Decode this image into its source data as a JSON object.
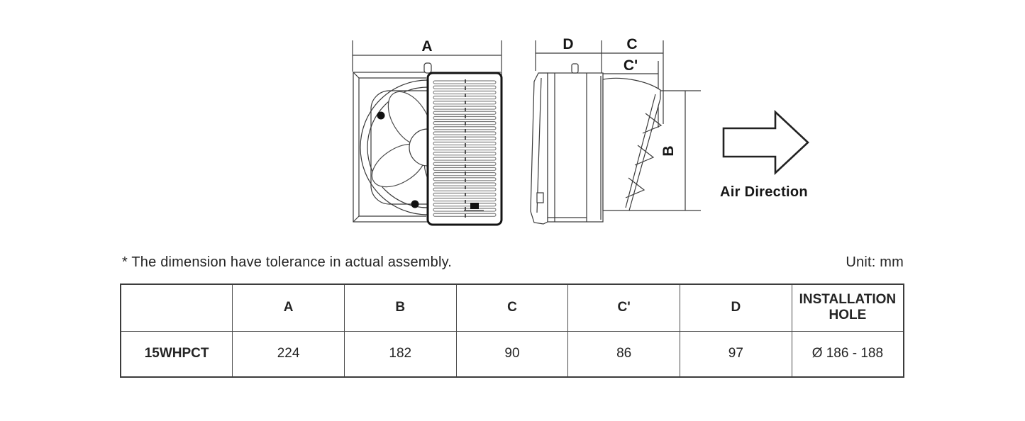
{
  "diagram": {
    "labels": {
      "a": "A",
      "b": "B",
      "c": "C",
      "c_prime": "C'",
      "d": "D"
    },
    "air_direction": "Air Direction"
  },
  "note": "* The dimension have tolerance in actual assembly.",
  "unit": "Unit: mm",
  "table": {
    "headers": [
      "",
      "A",
      "B",
      "C",
      "C'",
      "D",
      "INSTALLATION HOLE"
    ],
    "rows": [
      {
        "model": "15WHPCT",
        "values": [
          "224",
          "182",
          "90",
          "86",
          "97",
          "Ø 186 - 188"
        ]
      }
    ]
  },
  "colors": {
    "line": "#3a3a3a",
    "thick_line": "#141414",
    "text": "#1f1f1f",
    "background": "#ffffff"
  }
}
